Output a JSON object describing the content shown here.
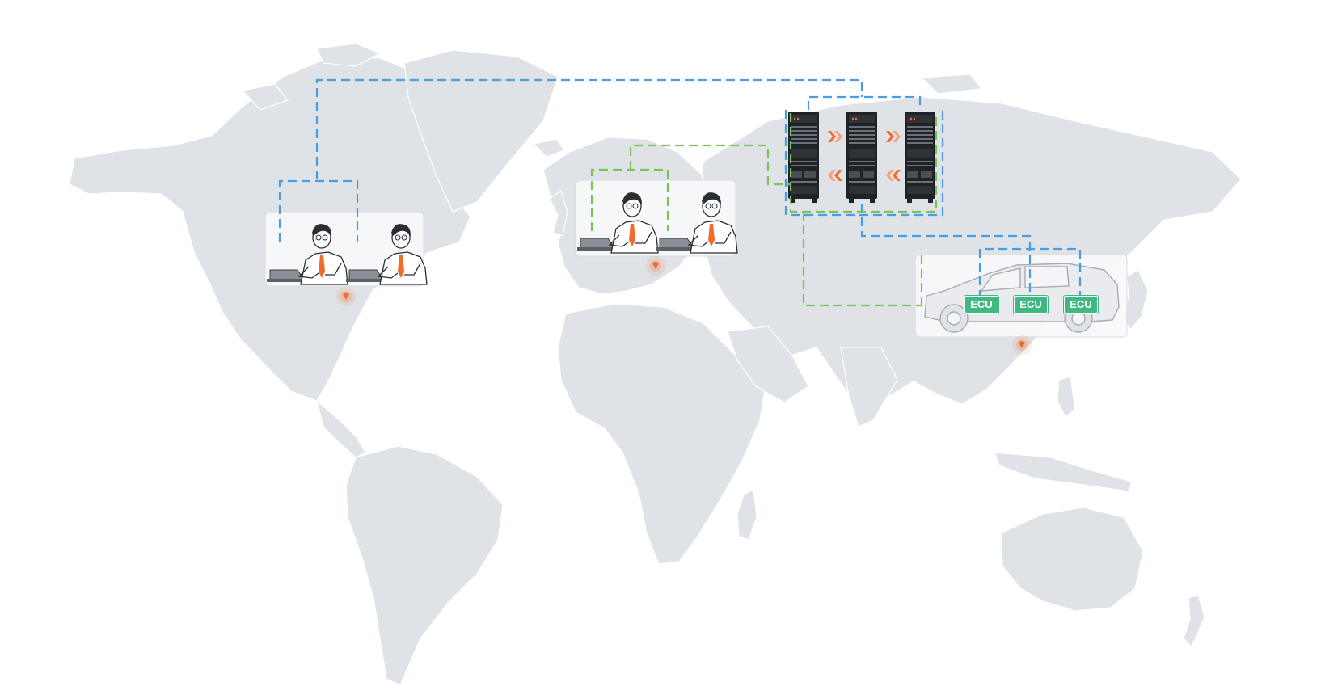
{
  "ecus": [
    {
      "label": "ECU"
    },
    {
      "label": "ECU"
    },
    {
      "label": "ECU"
    }
  ],
  "colors": {
    "map_land": "#dfe2e7",
    "blue_link": "#4a9de0",
    "green_link": "#7cc25a",
    "ecu_badge": "#3fb884",
    "arrow": "#f26b2b",
    "location_pin": "#f26b2b"
  },
  "icons": [
    "world-map",
    "engineer-with-laptop-icon",
    "server-rack-icon",
    "car-icon",
    "location-pin-icon",
    "chevron-arrows-icon"
  ]
}
